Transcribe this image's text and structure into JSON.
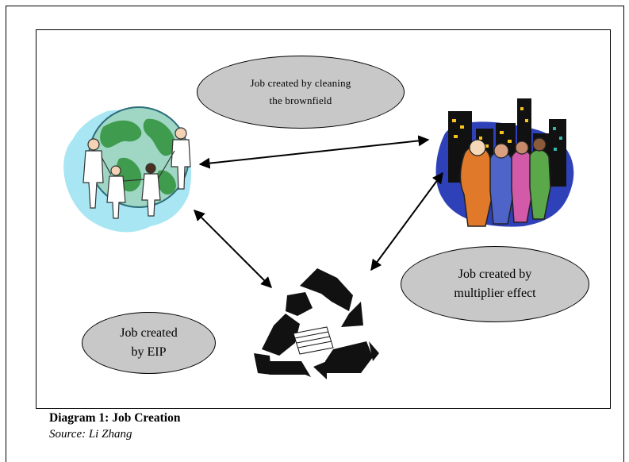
{
  "diagram": {
    "bubbles": {
      "brownfield": {
        "line1": "Job created by cleaning",
        "line2": "the brownfield"
      },
      "multiplier": {
        "line1": "Job created by",
        "line2": "multiplier effect"
      },
      "eip": {
        "line1": "Job created",
        "line2": "by EIP"
      }
    },
    "icons": [
      "globe-people-icon",
      "city-people-icon",
      "recycle-icon"
    ],
    "colors": {
      "bubble_fill": "#c8c8c8",
      "outline": "#000000"
    }
  },
  "caption": {
    "title": "Diagram 1: Job Creation",
    "source": "Source: Li Zhang"
  }
}
